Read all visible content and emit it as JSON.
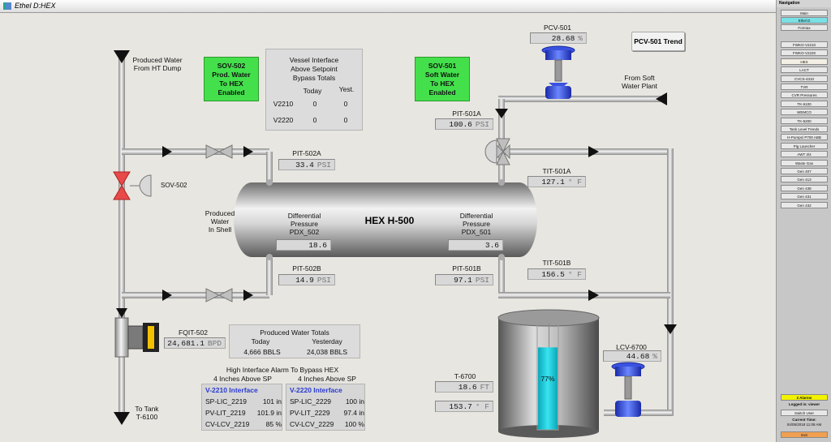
{
  "window": {
    "title": "Ethel D:HEX"
  },
  "top_left": {
    "produced_water_line1": "Produced Water",
    "produced_water_line2": "From HT Dump",
    "sov502_label": "SOV-502",
    "produced_in_shell_1": "Produced",
    "produced_in_shell_2": "Water",
    "produced_in_shell_3": "In Shell",
    "to_tank_1": "To Tank",
    "to_tank_2": "T-6100"
  },
  "sov502_button": {
    "line1": "SOV-502",
    "line2": "Prod. Water",
    "line3": "To HEX",
    "line4": "Enabled"
  },
  "sov501_button": {
    "line1": "SOV-501",
    "line2": "Soft Water",
    "line3": "To HEX",
    "line4": "Enabled"
  },
  "bypass": {
    "title1": "Vessel Interface",
    "title2": "Above Setpoint",
    "title3": "Bypass Totals",
    "col_today": "Today",
    "col_yest": "Yest.",
    "rows": [
      {
        "name": "V2210",
        "today": "0",
        "yest": "0"
      },
      {
        "name": "V2220",
        "today": "0",
        "yest": "0"
      }
    ]
  },
  "hex": {
    "title": "HEX H-500",
    "left_dp_1": "Differential",
    "left_dp_2": "Pressure",
    "left_dp_3": "PDX_502",
    "left_dp_value": "18.6",
    "right_dp_1": "Differential",
    "right_dp_2": "Pressure",
    "right_dp_3": "PDX_501",
    "right_dp_value": "3.6"
  },
  "instruments": {
    "pit502a": {
      "tag": "PIT-502A",
      "value": "33.4",
      "unit": "PSI"
    },
    "pit502b": {
      "tag": "PIT-502B",
      "value": "14.9",
      "unit": "PSI"
    },
    "pit501a": {
      "tag": "PIT-501A",
      "value": "100.6",
      "unit": "PSI"
    },
    "pit501b": {
      "tag": "PIT-501B",
      "value": "97.1",
      "unit": "PSI"
    },
    "tit501a": {
      "tag": "TIT-501A",
      "value": "127.1",
      "unit": "° F"
    },
    "tit501b": {
      "tag": "TIT-501B",
      "value": "156.5",
      "unit": "° F"
    },
    "pcv501": {
      "tag": "PCV-501",
      "value": "28.68",
      "unit": "%"
    },
    "lcv6700": {
      "tag": "LCV-6700",
      "value": "44.68",
      "unit": "%"
    },
    "fqit502": {
      "tag": "FQIT-502",
      "value": "24,681.1",
      "unit": "BPD"
    },
    "t6700": {
      "tag": "T-6700",
      "level": "18.6",
      "level_unit": "FT",
      "temp": "153.7",
      "temp_unit": "° F",
      "fill_pct": "77%",
      "fill_fraction": 0.77
    }
  },
  "soft_water": {
    "line1": "From Soft",
    "line2": "Water Plant"
  },
  "pcv_trend_button": "PCV-501 Trend",
  "totals": {
    "title": "Produced Water Totals",
    "col_today": "Today",
    "col_yesterday": "Yesterday",
    "today": "4,666 BBLS",
    "yesterday": "24,038 BBLS"
  },
  "high_interface": {
    "title": "High Interface Alarm To Bypass HEX",
    "left_sub": "4 Inches Above SP",
    "right_sub": "4 Inches Above SP",
    "v2210": {
      "header": "V-2210 Interface",
      "rows": [
        {
          "name": "SP-LIC_2219",
          "value": "101 in"
        },
        {
          "name": "PV-LIT_2219",
          "value": "101.9 in"
        },
        {
          "name": "CV-LCV_2219",
          "value": "85 %"
        }
      ]
    },
    "v2220": {
      "header": "V-2220 Interface",
      "rows": [
        {
          "name": "SP-LIC_2229",
          "value": "100 in"
        },
        {
          "name": "PV-LIT_2229",
          "value": "97.4 in"
        },
        {
          "name": "CV-LCV_2229",
          "value": "100 %"
        }
      ]
    }
  },
  "nav": {
    "header": "Navigation",
    "top": [
      "Main",
      "Ethel D",
      "Formax"
    ],
    "items": [
      "FWKO-V2210",
      "FWKO-V2220",
      "HEX",
      "LACT",
      "CVCS-4310",
      "TVR",
      "CVR Pressures",
      "TK-6100",
      "WEMCO",
      "TK-6200",
      "Tank Level Trends",
      "H-Pumps/ P700 ABB",
      "Pig Launcher",
      "AWT 3/4",
      "Waste Gas",
      "Gen 407",
      "Gen 413",
      "Gen 438",
      "Gen 431",
      "Gen 432"
    ],
    "alarms": "2 Alarms",
    "logged_in": "Logged in: viewer",
    "switch_user": "Switch User",
    "current_time_label": "Current Time:",
    "current_time": "04/05/2018 11:08 AM",
    "exit": "Exit"
  },
  "colors": {
    "green_button": "#44e04c",
    "nav_active": "#79e1e6",
    "alarm": "#f2f200",
    "valve_blue": "#3a52e0",
    "tank_liquid": "#20d0e0",
    "pipe_gray": "#bcbcbc"
  }
}
